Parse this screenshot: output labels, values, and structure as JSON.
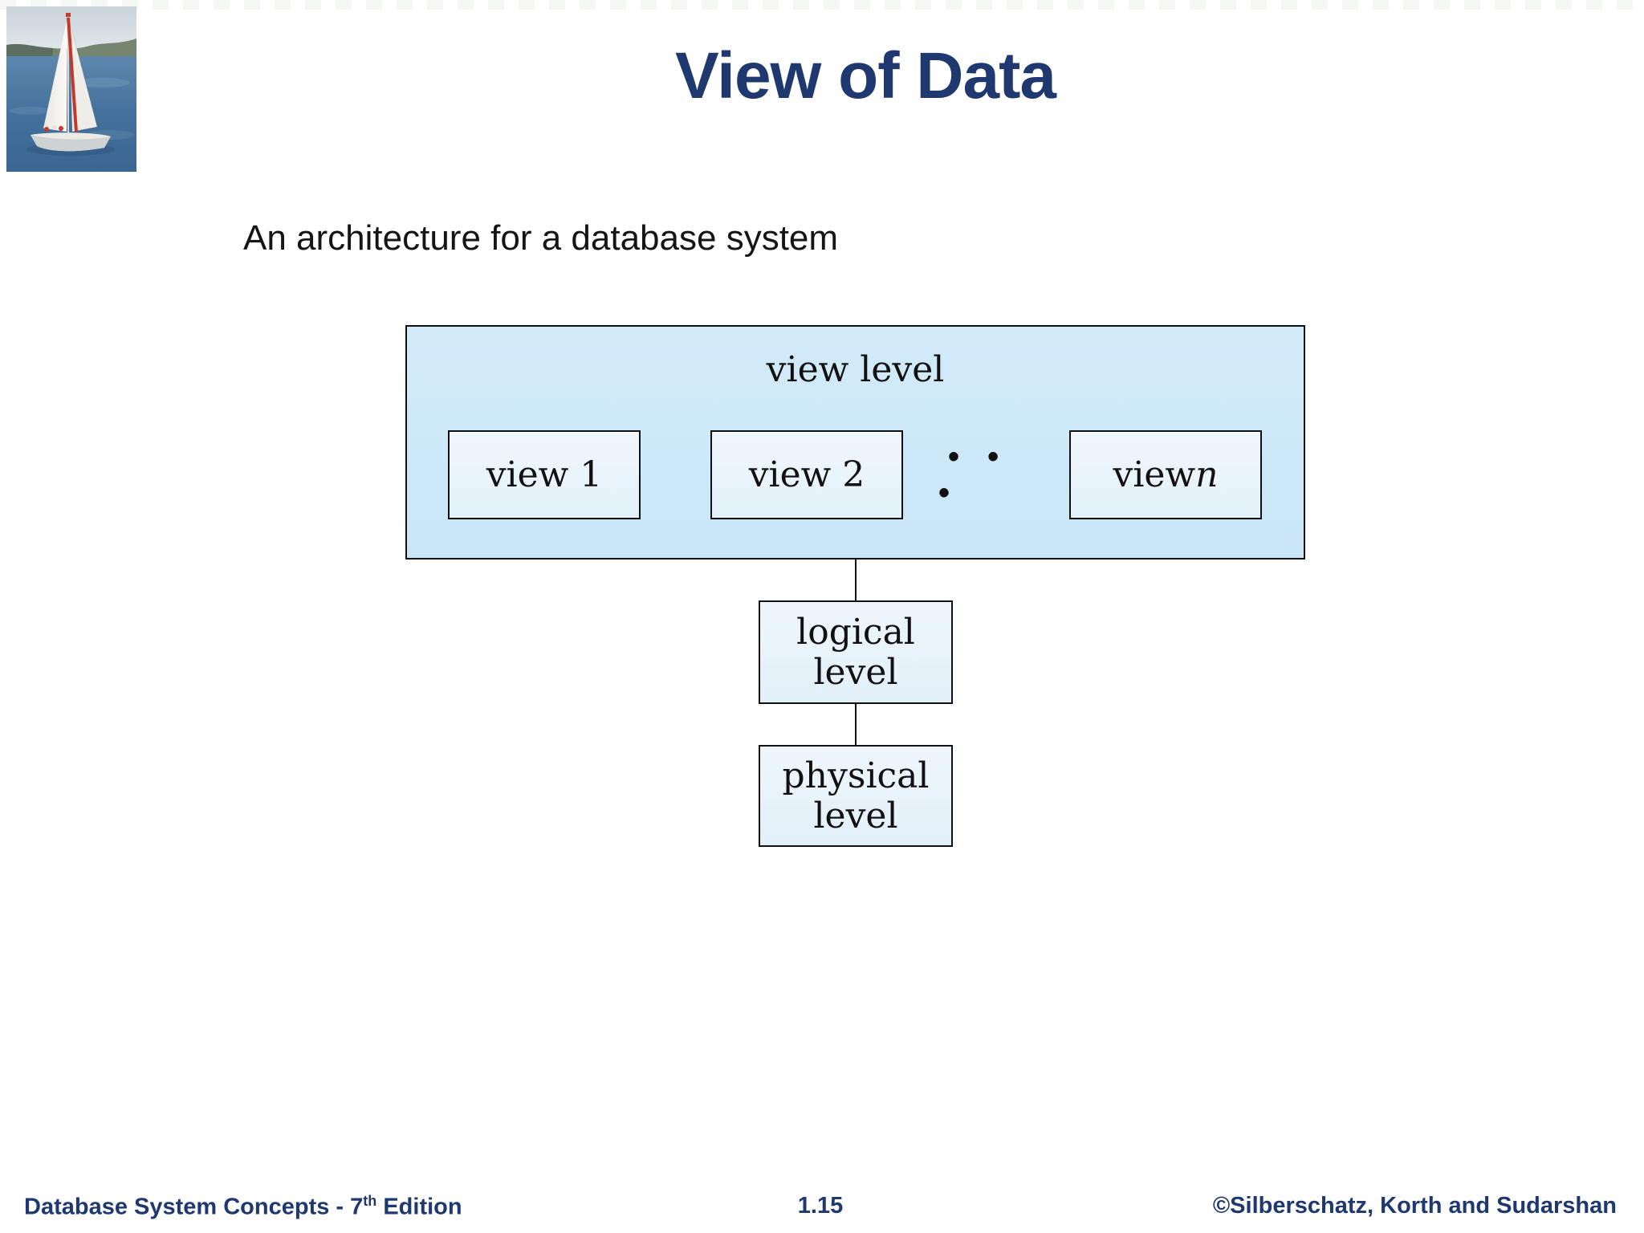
{
  "slide": {
    "title": "View of Data",
    "subtitle": "An architecture for a database system"
  },
  "logo": {
    "description": "sailboat-photo"
  },
  "diagram": {
    "outer_label": "view level",
    "views": [
      {
        "text": "view 1",
        "italic": ""
      },
      {
        "text": "view 2",
        "italic": ""
      },
      {
        "text": "view ",
        "italic": "n"
      }
    ],
    "ellipsis": "• • •",
    "levels": [
      {
        "line1": "logical",
        "line2": "level"
      },
      {
        "line1": "physical",
        "line2": "level"
      }
    ]
  },
  "footer": {
    "left_prefix": "Database System Concepts - 7",
    "left_sup": "th",
    "left_suffix": " Edition",
    "page": "1.15",
    "right": "©Silberschatz, Korth and Sudarshan"
  },
  "colors": {
    "title_navy": "#1f3870",
    "outer_box_fill": "#cde9f8",
    "inner_box_fill": "#ecf5fb",
    "border": "#111111"
  }
}
